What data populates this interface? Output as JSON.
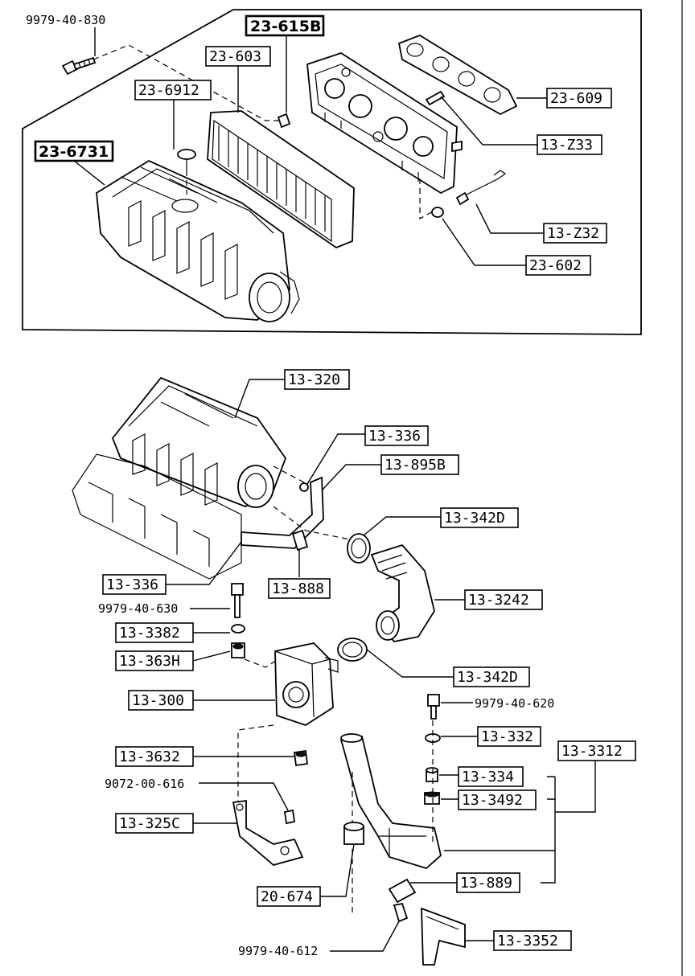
{
  "labels": {
    "p_9979_40_830": "9979-40-830",
    "p_23_615B": "23-615B",
    "p_23_603": "23-603",
    "p_23_6912": "23-6912",
    "p_23_6731": "23-6731",
    "p_23_609": "23-609",
    "p_13_Z33": "13-Z33",
    "p_13_Z32": "13-Z32",
    "p_23_602": "23-602",
    "p_13_320": "13-320",
    "p_13_336_top": "13-336",
    "p_13_895B": "13-895B",
    "p_13_342D_top": "13-342D",
    "p_13_336_bottom": "13-336",
    "p_13_888": "13-888",
    "p_9979_40_630": "9979-40-630",
    "p_13_3242": "13-3242",
    "p_13_3382": "13-3382",
    "p_13_363H": "13-363H",
    "p_13_342D_bottom": "13-342D",
    "p_13_300": "13-300",
    "p_9979_40_620": "9979-40-620",
    "p_13_332": "13-332",
    "p_13_3312": "13-3312",
    "p_13_3632": "13-3632",
    "p_13_334": "13-334",
    "p_9072_00_616": "9072-00-616",
    "p_13_3492": "13-3492",
    "p_13_325C": "13-325C",
    "p_20_674": "20-674",
    "p_13_889": "13-889",
    "p_9979_40_612": "9979-40-612",
    "p_13_3352": "13-3352"
  }
}
